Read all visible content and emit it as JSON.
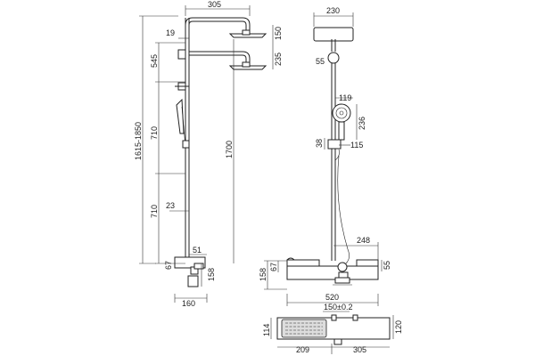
{
  "diagram": {
    "side_view": {
      "shower_arm_width": "305",
      "head_offset_19": "19",
      "upper_height_545": "545",
      "head_thickness_150": "150",
      "head_drop_235": "235",
      "mid_710_a": "710",
      "total_height": "1700",
      "adjustable_range": "1615-1850",
      "low_710_b": "710",
      "wall_offset_23": "23",
      "valve_offset_51": "51",
      "valve_angle_67": "67",
      "valve_height_158": "158",
      "valve_width_160": "160"
    },
    "front_view": {
      "head_diameter_230": "230",
      "arm_clip_55": "55",
      "hand_width_119": "119",
      "hand_height_236": "236",
      "slider_38": "38",
      "slider_115": "115",
      "shelf_248": "248",
      "mixer_158": "158",
      "mixer_67": "67",
      "mixer_55": "55",
      "shelf_width_520": "520",
      "centers_150": "150±0.2"
    },
    "plan_view": {
      "depth_114": "114",
      "depth_120": "120",
      "offset_209": "209",
      "width_305": "305"
    }
  }
}
